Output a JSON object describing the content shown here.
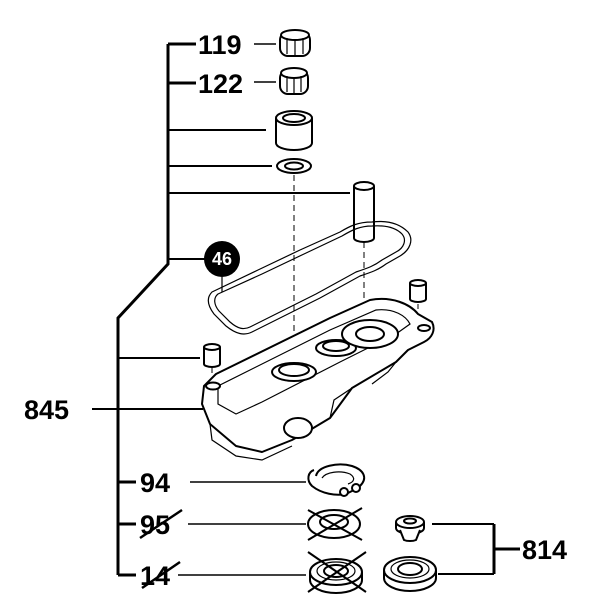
{
  "callouts": {
    "c119": "119",
    "c122": "122",
    "c46": "46",
    "c845": "845",
    "c94": "94",
    "c95": "95",
    "c14": "14",
    "c814": "814"
  },
  "colors": {
    "ink": "#000000",
    "paper": "#ffffff",
    "badge": "#000000"
  },
  "parts_legend": {
    "crossed_out": [
      "95",
      "14"
    ],
    "badge_style": [
      "46"
    ]
  }
}
